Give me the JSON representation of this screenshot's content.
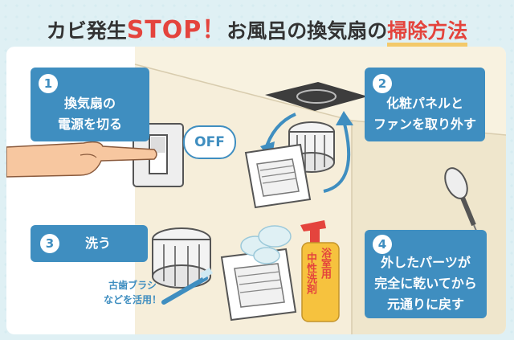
{
  "title": {
    "part1": "カビ発生",
    "stop": "STOP！",
    "part2": "お風呂の換気扇の",
    "highlight": "掃除方法"
  },
  "steps": [
    {
      "number": "1",
      "lines": [
        "換気扇の",
        "電源を切る"
      ]
    },
    {
      "number": "2",
      "lines": [
        "化粧パネルと",
        "ファンを取り外す"
      ]
    },
    {
      "number": "3",
      "lines": [
        "洗う"
      ]
    },
    {
      "number": "4",
      "lines": [
        "外したパーツが",
        "完全に乾いてから",
        "元通りに戻す"
      ]
    }
  ],
  "switch_badge": "OFF",
  "tool_note": [
    "古歯ブラシ",
    "などを活用！"
  ],
  "detergent_label": [
    "浴室用",
    "中性洗剤"
  ],
  "colors": {
    "accent_blue": "#3f8ec0",
    "title_red": "#e4443d",
    "background": "#dff0f4",
    "underline_yellow": "#f3c96a"
  }
}
